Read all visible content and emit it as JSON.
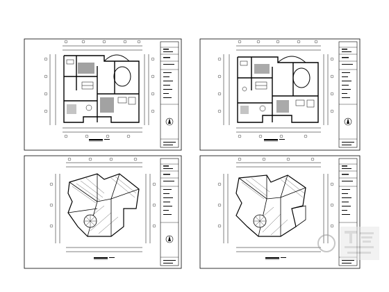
{
  "document": {
    "type": "architectural-drawing-set",
    "sheet_count": 4,
    "colors": {
      "ink": "#000000",
      "paper": "#ffffff",
      "watermark": "#cfcfcf"
    }
  },
  "sheets": [
    {
      "id": "sheet-1",
      "kind": "floor-plan",
      "caption": ""
    },
    {
      "id": "sheet-2",
      "kind": "floor-plan",
      "caption": ""
    },
    {
      "id": "sheet-3",
      "kind": "roof-plan",
      "caption": ""
    },
    {
      "id": "sheet-4",
      "kind": "roof-plan",
      "caption": ""
    }
  ],
  "watermark": {
    "text": ""
  }
}
